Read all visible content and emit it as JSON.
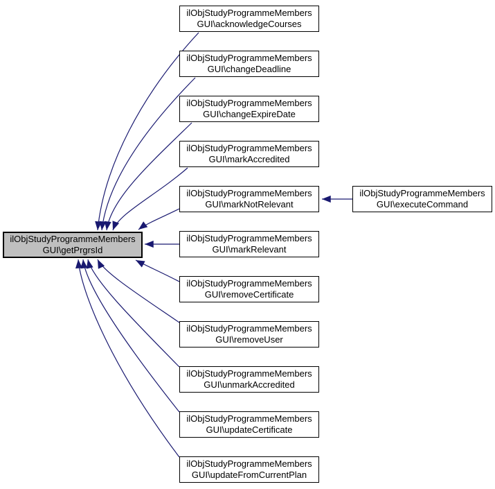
{
  "diagram": {
    "type": "doxygen-caller-graph",
    "colors": {
      "edge": "#191970",
      "node_fill": "#ffffff",
      "node_border": "#000000",
      "focus_fill": "#bfbfbf",
      "background": "#ffffff"
    },
    "focus": {
      "id": "getPrgrsId",
      "line1": "ilObjStudyProgrammeMembers",
      "line2": "GUI\\getPrgrsId"
    },
    "callers": [
      {
        "id": "acknowledgeCourses",
        "line1": "ilObjStudyProgrammeMembers",
        "line2": "GUI\\acknowledgeCourses"
      },
      {
        "id": "changeDeadline",
        "line1": "ilObjStudyProgrammeMembers",
        "line2": "GUI\\changeDeadline"
      },
      {
        "id": "changeExpireDate",
        "line1": "ilObjStudyProgrammeMembers",
        "line2": "GUI\\changeExpireDate"
      },
      {
        "id": "markAccredited",
        "line1": "ilObjStudyProgrammeMembers",
        "line2": "GUI\\markAccredited"
      },
      {
        "id": "markNotRelevant",
        "line1": "ilObjStudyProgrammeMembers",
        "line2": "GUI\\markNotRelevant"
      },
      {
        "id": "markRelevant",
        "line1": "ilObjStudyProgrammeMembers",
        "line2": "GUI\\markRelevant"
      },
      {
        "id": "removeCertificate",
        "line1": "ilObjStudyProgrammeMembers",
        "line2": "GUI\\removeCertificate"
      },
      {
        "id": "removeUser",
        "line1": "ilObjStudyProgrammeMembers",
        "line2": "GUI\\removeUser"
      },
      {
        "id": "unmarkAccredited",
        "line1": "ilObjStudyProgrammeMembers",
        "line2": "GUI\\unmarkAccredited"
      },
      {
        "id": "updateCertificate",
        "line1": "ilObjStudyProgrammeMembers",
        "line2": "GUI\\updateCertificate"
      },
      {
        "id": "updateFromCurrentPlan",
        "line1": "ilObjStudyProgrammeMembers",
        "line2": "GUI\\updateFromCurrentPlan"
      }
    ],
    "secondary": {
      "id": "executeCommand",
      "line1": "ilObjStudyProgrammeMembers",
      "line2": "GUI\\executeCommand"
    },
    "edges": [
      {
        "from": "acknowledgeCourses",
        "to": "getPrgrsId"
      },
      {
        "from": "changeDeadline",
        "to": "getPrgrsId"
      },
      {
        "from": "changeExpireDate",
        "to": "getPrgrsId"
      },
      {
        "from": "markAccredited",
        "to": "getPrgrsId"
      },
      {
        "from": "markNotRelevant",
        "to": "getPrgrsId"
      },
      {
        "from": "markRelevant",
        "to": "getPrgrsId"
      },
      {
        "from": "removeCertificate",
        "to": "getPrgrsId"
      },
      {
        "from": "removeUser",
        "to": "getPrgrsId"
      },
      {
        "from": "unmarkAccredited",
        "to": "getPrgrsId"
      },
      {
        "from": "updateCertificate",
        "to": "getPrgrsId"
      },
      {
        "from": "updateFromCurrentPlan",
        "to": "getPrgrsId"
      },
      {
        "from": "executeCommand",
        "to": "markNotRelevant"
      }
    ]
  }
}
